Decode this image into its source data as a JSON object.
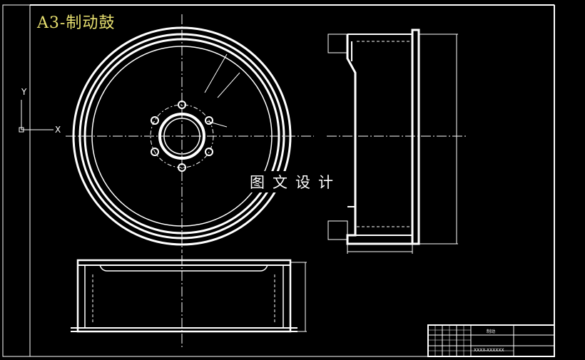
{
  "drawing": {
    "title": "A3-制动鼓",
    "watermark": "图文设计",
    "ucs": {
      "x_axis": "X",
      "y_axis": "Y"
    },
    "title_block": {
      "part_name": "制动",
      "code": "XXXX-XXXXXX"
    }
  },
  "colors": {
    "background": "#000000",
    "line": "#ffffff",
    "title": "#e8e070",
    "center_line": "#ffffff"
  }
}
